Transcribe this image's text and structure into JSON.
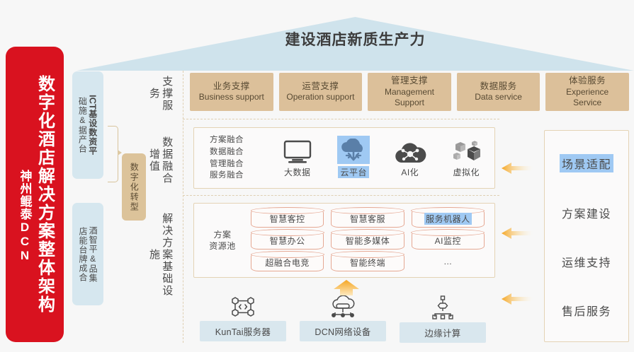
{
  "banner": {
    "main_title": "数字化酒店解决方案整体架构",
    "sub_title": "神州鲲泰DCN",
    "color": "#d9121f"
  },
  "roof": {
    "title": "建设酒店新质生产力",
    "color": "#cfe3ec"
  },
  "left_column": {
    "ict_box": {
      "line1": "ICT",
      "line2": "基础",
      "line3": "设施",
      "line4": "&",
      "line5": "数据",
      "line6": "资产",
      "line7": "平台",
      "col_right": "ICT基设数资平",
      "col_left": "础施据产台"
    },
    "hotel_box": {
      "col_right": "酒智平&品集",
      "col_left": "店能台牌成合",
      "full": "酒店智能平台&品牌集成合作"
    },
    "transform_box": {
      "label": "数字化转型",
      "color": "#dcc39a"
    }
  },
  "row_labels": {
    "support": "支撑服务",
    "fusion": "数据融合增值",
    "solution": "解决方案基础设施"
  },
  "support_services": [
    {
      "cn": "业务支撑",
      "en": "Business support"
    },
    {
      "cn": "运营支撑",
      "en": "Operation support"
    },
    {
      "cn": "管理支撑",
      "en": "Management\nSupport"
    },
    {
      "cn": "数据服务",
      "en": "Data service"
    },
    {
      "cn": "体验服务",
      "en": "Experience\nService"
    }
  ],
  "data_fusion": {
    "text_lines": "方案融合\n数据融合\n管理融合\n服务融合",
    "items": [
      {
        "label": "大数据",
        "icon": "monitor-icon",
        "selected": false
      },
      {
        "label": "云平台",
        "icon": "cloud-sync-icon",
        "selected": true
      },
      {
        "label": "AI化",
        "icon": "ai-cloud-icon",
        "selected": false
      },
      {
        "label": "虚拟化",
        "icon": "cubes-icon",
        "selected": false
      }
    ]
  },
  "resource_pool": {
    "label": "方案\n资源池",
    "items": [
      {
        "label": "智慧客控",
        "selected": false,
        "placeholder": false
      },
      {
        "label": "智慧客服",
        "selected": false,
        "placeholder": false
      },
      {
        "label": "服务机器人",
        "selected": true,
        "placeholder": false
      },
      {
        "label": "智慧办公",
        "selected": false,
        "placeholder": false
      },
      {
        "label": "智能多媒体",
        "selected": false,
        "placeholder": false
      },
      {
        "label": "AI监控",
        "selected": false,
        "placeholder": false
      },
      {
        "label": "超融合电竞",
        "selected": false,
        "placeholder": false
      },
      {
        "label": "智能终端",
        "selected": false,
        "placeholder": false
      },
      {
        "label": "…",
        "selected": false,
        "placeholder": true
      }
    ]
  },
  "infrastructure": [
    {
      "label": "KunTai服务器",
      "icon": "server-mesh-icon"
    },
    {
      "label": "DCN网络设备",
      "icon": "cloud-network-icon"
    },
    {
      "label": "边缘计算",
      "icon": "edge-node-icon"
    }
  ],
  "right_services": [
    {
      "label": "场景适配",
      "selected": true
    },
    {
      "label": "方案建设",
      "selected": false
    },
    {
      "label": "运维支持",
      "selected": false
    },
    {
      "label": "售后服务",
      "selected": false
    }
  ],
  "colors": {
    "accent_red": "#d9121f",
    "tan": "#dcc09a",
    "light_blue": "#d6e7ef",
    "highlight_blue": "#9fc9f3",
    "arrow_orange": "#f5a623",
    "cylinder_border": "#e5a893"
  }
}
